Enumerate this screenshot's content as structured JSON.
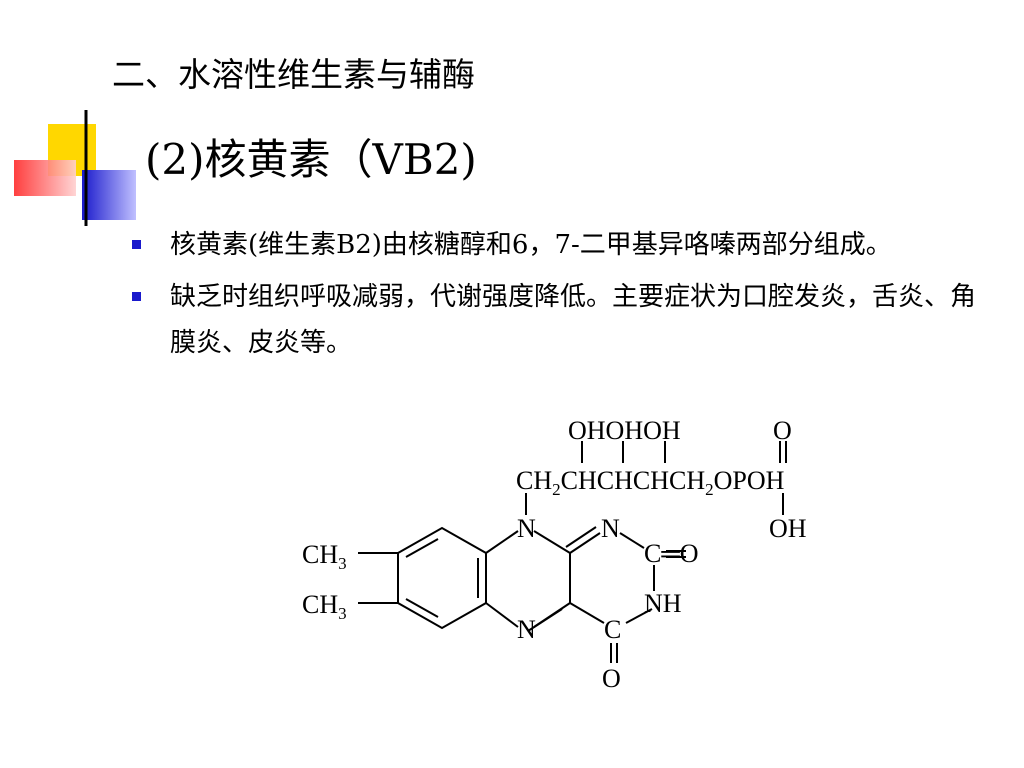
{
  "section_title": "二、水溶性维生素与辅酶",
  "slide_title": "(2)核黄素（VB2)",
  "bullets": [
    "核黄素(维生素B2)由核糖醇和6，7-二甲基异咯嗪两部分组成。",
    "缺乏时组织呼吸减弱，代谢强度降低。主要症状为口腔发炎，舌炎、角膜炎、皮炎等。"
  ],
  "structure": {
    "hydroxyls": "OHOHOH",
    "phosphate_oxygen": "O",
    "chain": {
      "part1": "CH",
      "sub1": "2",
      "part2": "CHCHCHCH",
      "sub2": "2",
      "part3": "OPOH"
    },
    "phosphate_oh": "OH",
    "methyl": {
      "text": "CH",
      "sub": "3"
    },
    "nitrogen": "N",
    "carbon": "C",
    "oxygen": "O",
    "nh": "NH",
    "double_bond_O": "C═O"
  },
  "colors": {
    "accent_yellow": "#ffd700",
    "accent_blue": "#1a1acc",
    "accent_red": "#ff3333"
  }
}
